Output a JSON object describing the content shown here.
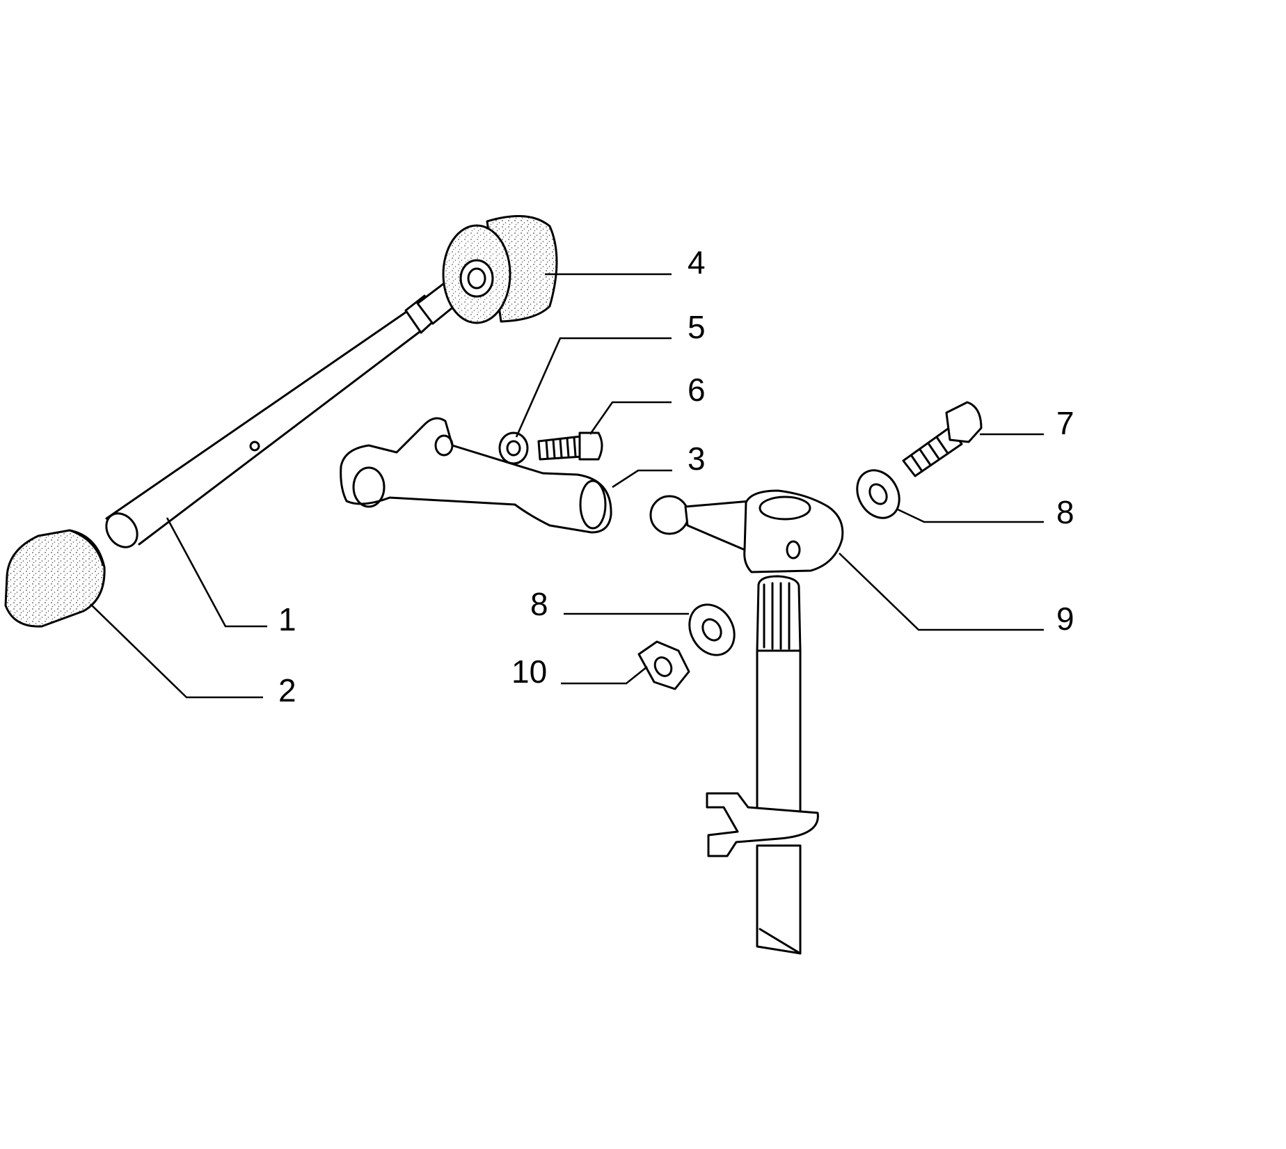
{
  "diagram": {
    "type": "exploded-parts-view",
    "callouts": [
      {
        "id": "c1",
        "text": "1"
      },
      {
        "id": "c2",
        "text": "2"
      },
      {
        "id": "c3",
        "text": "3"
      },
      {
        "id": "c4",
        "text": "4"
      },
      {
        "id": "c5",
        "text": "5"
      },
      {
        "id": "c6",
        "text": "6"
      },
      {
        "id": "c7",
        "text": "7"
      },
      {
        "id": "c8a",
        "text": "8"
      },
      {
        "id": "c8b",
        "text": "8"
      },
      {
        "id": "c9",
        "text": "9"
      },
      {
        "id": "c10",
        "text": "10"
      }
    ]
  }
}
